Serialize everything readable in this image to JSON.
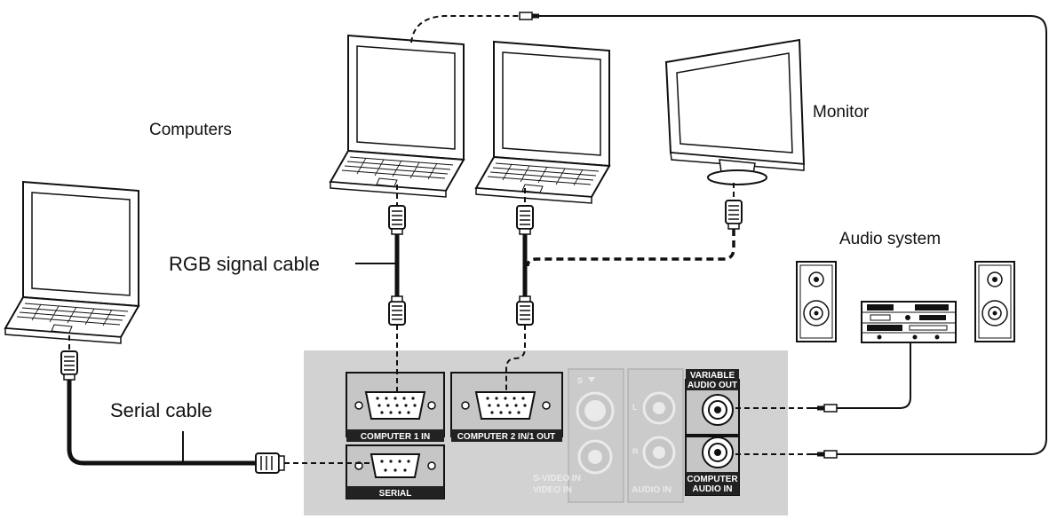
{
  "labels": {
    "computers": "Computers",
    "monitor": "Monitor",
    "audio_system": "Audio system",
    "rgb_signal_cable": "RGB signal cable",
    "serial_cable": "Serial cable"
  },
  "ports": {
    "computer1_in": "COMPUTER 1 IN",
    "computer2_in_out": "COMPUTER 2 IN/1 OUT",
    "serial": "SERIAL",
    "variable_audio_out_line1": "VARIABLE",
    "variable_audio_out_line2": "AUDIO OUT",
    "computer_audio_in_line1": "COMPUTER",
    "computer_audio_in_line2": "AUDIO IN",
    "svideo_in": "S-VIDEO IN",
    "video_in": "VIDEO IN",
    "audio_in": "AUDIO IN",
    "s_letter": "S",
    "l_letter": "L",
    "r_letter": "R"
  },
  "colors": {
    "panel": "#d2d2d2",
    "line": "#111111",
    "port_strip": "#222222"
  }
}
